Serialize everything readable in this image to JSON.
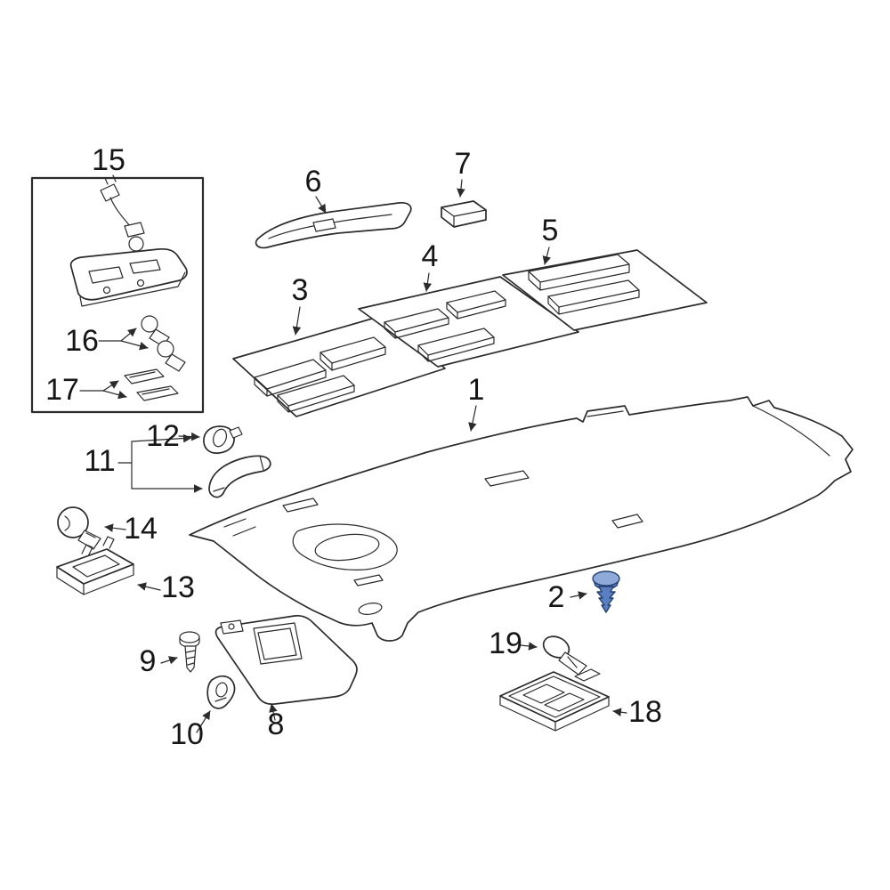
{
  "colors": {
    "background": "#ffffff",
    "line": "#2b2b2b",
    "text": "#161616",
    "highlight_fill": "#5a7fc0",
    "highlight_fill_light": "#8fa9d8",
    "highlight_stroke": "#24416f"
  },
  "callouts": {
    "part1": {
      "label": "1"
    },
    "part2": {
      "label": "2"
    },
    "part3": {
      "label": "3"
    },
    "part4": {
      "label": "4"
    },
    "part5": {
      "label": "5"
    },
    "part6": {
      "label": "6"
    },
    "part7": {
      "label": "7"
    },
    "part8": {
      "label": "8"
    },
    "part9": {
      "label": "9"
    },
    "part10": {
      "label": "10"
    },
    "part11": {
      "label": "11"
    },
    "part12": {
      "label": "12"
    },
    "part13": {
      "label": "13"
    },
    "part14": {
      "label": "14"
    },
    "part15": {
      "label": "15"
    },
    "part16": {
      "label": "16"
    },
    "part17": {
      "label": "17"
    },
    "part18": {
      "label": "18"
    },
    "part19": {
      "label": "19"
    }
  }
}
